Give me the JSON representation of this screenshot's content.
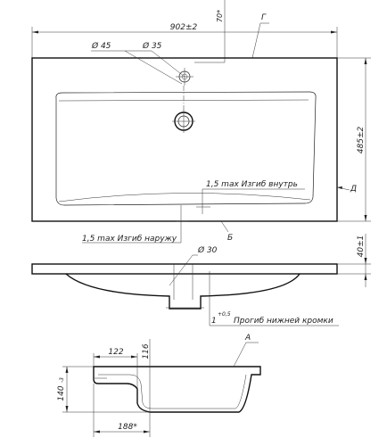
{
  "labels": {
    "overall_width": "902±2",
    "depth_top": "70*",
    "g_letter": "Г",
    "d45": "Ø 45",
    "d35": "Ø 35",
    "depth_right": "485±2",
    "bend_in": "1,5 max Изгиб внутрь",
    "d_letter": "Д",
    "bend_out": "1,5 max Изгиб наружу",
    "b_letter": "Б",
    "d30": "Ø 30",
    "height_right": "40±1",
    "sag_value": "1",
    "sag_tol": "+0,5",
    "sag_text": "Прогиб нижней кромки",
    "a_letter": "А",
    "dim_122": "122",
    "dim_116": "116",
    "dim_140": "140",
    "dim_140_tol": "-3",
    "dim_188": "188*"
  }
}
